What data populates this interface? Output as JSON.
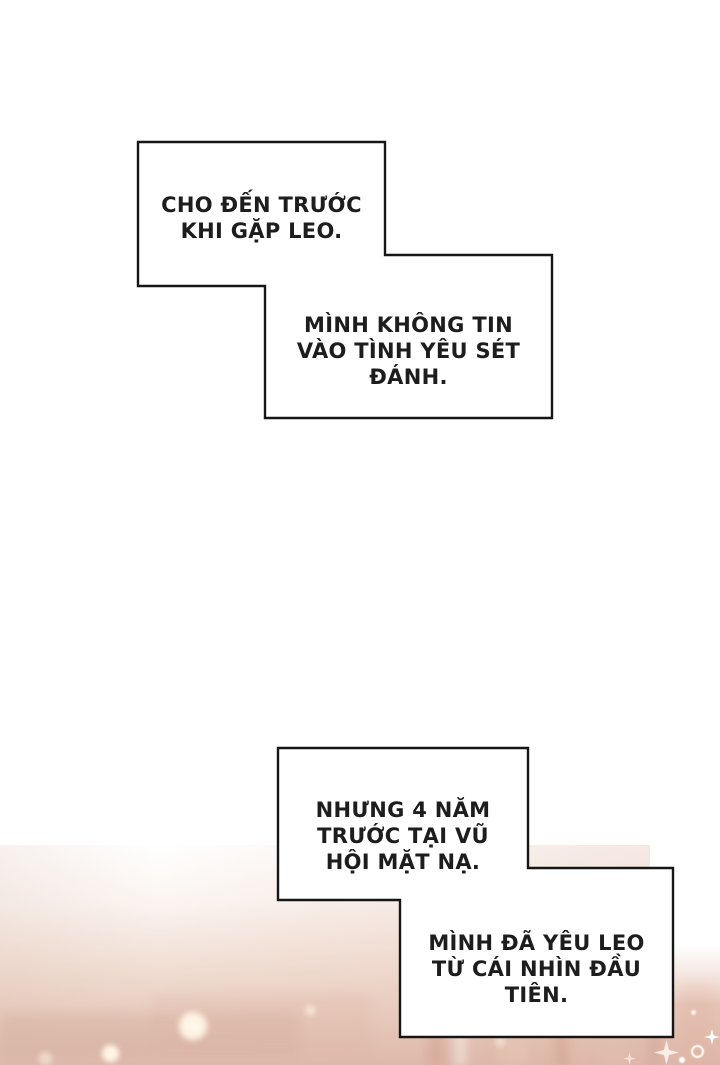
{
  "page": {
    "kind": "webtoon comic page",
    "background_color": "#ffffff"
  },
  "panels": {
    "border_color": "#161616",
    "fill_color": "#ffffff",
    "text_color": "#1d1d1d",
    "caption_boxes": [
      {
        "id": "box-1",
        "lines": [
          "CHO ĐẾN TRƯỚC",
          "KHI GẶP LEO."
        ]
      },
      {
        "id": "box-2",
        "lines": [
          "MÌNH KHÔNG TIN",
          "VÀO TÌNH YÊU SÉT",
          "ĐÁNH."
        ]
      },
      {
        "id": "box-3",
        "lines": [
          "NHƯNG 4 NĂM",
          "TRƯỚC TẠI VŨ",
          "HỘI MẶT NẠ."
        ]
      },
      {
        "id": "box-4",
        "lines": [
          "MÌNH ĐÃ YÊU LEO",
          "TỪ CÁI NHÌN ĐẦU",
          "TIÊN."
        ]
      }
    ]
  },
  "background_scene": {
    "description": "Blurred warm ballroom scene fading up into white, with bokeh lights and sparkles",
    "gradient_colors": [
      "#ffffff",
      "#fbf5f1",
      "#f2e1d7",
      "#e8ccbe",
      "#ddb9ab"
    ],
    "bokeh_color": "#fff9ee",
    "sparkle_color": "#ffffff"
  }
}
